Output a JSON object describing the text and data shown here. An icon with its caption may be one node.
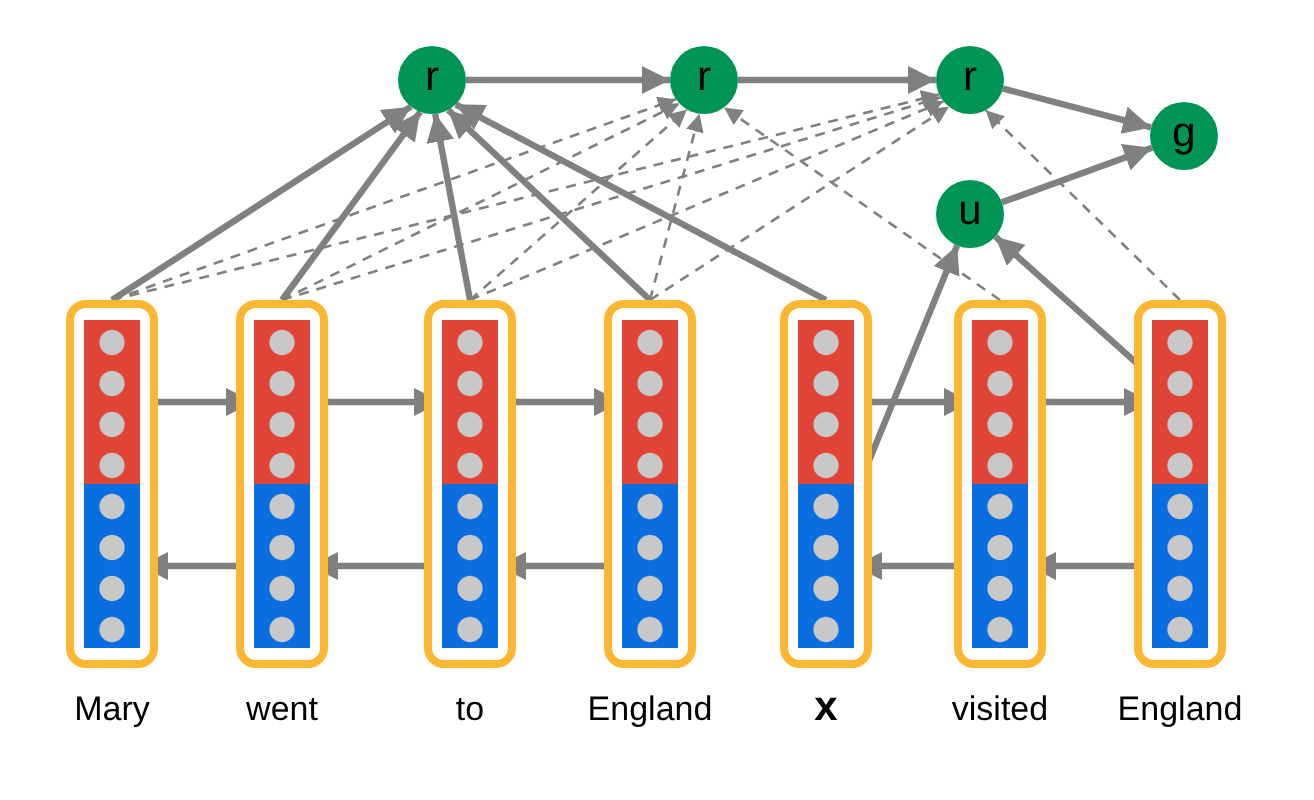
{
  "diagram": {
    "nodes": [
      {
        "text": [
          "r"
        ]
      },
      {
        "text": [
          "r"
        ]
      },
      {
        "text": [
          "r"
        ]
      },
      {
        "text": [
          "g"
        ]
      },
      {
        "text": [
          "u"
        ]
      },
      {
        "text": [
          "Mary"
        ]
      },
      {
        "text": [],
        "shape": "bar",
        "in": 5
      },
      {
        "text": [],
        "shape": "bar",
        "in": 5
      },
      {
        "text": [
          "went"
        ]
      },
      {
        "text": [],
        "shape": "bar",
        "in": 8
      },
      {
        "text": [],
        "shape": "bar",
        "in": 8
      },
      {
        "text": [
          "to"
        ]
      },
      {
        "text": [],
        "shape": "bar",
        "in": 11
      },
      {
        "text": [],
        "shape": "bar",
        "in": 11
      },
      {
        "text": [
          "England"
        ]
      },
      {
        "text": [],
        "shape": "bar",
        "in": 14
      },
      {
        "text": [],
        "shape": "bar",
        "in": 14
      },
      {
        "text": [
          "x"
        ]
      },
      {
        "text": [],
        "shape": "bar",
        "in": 17
      },
      {
        "text": [],
        "shape": "bar",
        "in": 17
      },
      {
        "text": [
          "visited"
        ]
      },
      {
        "text": [],
        "shape": "bar",
        "in": 20
      },
      {
        "text": [],
        "shape": "bar",
        "in": 20
      },
      {
        "text": [
          "England"
        ]
      },
      {
        "text": [],
        "shape": "bar",
        "in": 23
      },
      {
        "text": [],
        "shape": "bar",
        "in": 23
      }
    ],
    "edges": [
      {
        "from": 5,
        "to": 0,
        "arrow": "to"
      },
      {
        "from": 8,
        "to": 0,
        "arrow": "to"
      },
      {
        "from": 11,
        "to": 0,
        "arrow": "to"
      },
      {
        "from": 14,
        "to": 0,
        "arrow": "to"
      },
      {
        "from": 17,
        "to": 0,
        "arrow": "to"
      },
      {
        "from": 0,
        "to": 1,
        "arrow": "to"
      },
      {
        "from": 1,
        "to": 2,
        "arrow": "to"
      },
      {
        "from": 2,
        "to": 3,
        "arrow": "to"
      },
      {
        "from": 4,
        "to": 3,
        "arrow": "to"
      },
      {
        "from": 19,
        "to": 4,
        "arrow": "to"
      },
      {
        "from": 24,
        "to": 4,
        "arrow": "to"
      },
      {
        "from": 5,
        "to": 1,
        "arrow": "to",
        "style": "dashed"
      },
      {
        "from": 8,
        "to": 1,
        "arrow": "to",
        "style": "dashed"
      },
      {
        "from": 11,
        "to": 1,
        "arrow": "to",
        "style": "dashed"
      },
      {
        "from": 14,
        "to": 1,
        "arrow": "to",
        "style": "dashed"
      },
      {
        "from": 20,
        "to": 1,
        "arrow": "to",
        "style": "dashed"
      },
      {
        "from": 5,
        "to": 2,
        "arrow": "to",
        "style": "dashed"
      },
      {
        "from": 8,
        "to": 2,
        "arrow": "to",
        "style": "dashed"
      },
      {
        "from": 11,
        "to": 2,
        "arrow": "to",
        "style": "dashed"
      },
      {
        "from": 14,
        "to": 2,
        "arrow": "to",
        "style": "dashed"
      },
      {
        "from": 23,
        "to": 2,
        "arrow": "to",
        "style": "dashed"
      },
      {
        "from": 6,
        "to": 9,
        "arrow": "to"
      },
      {
        "from": 9,
        "to": 12,
        "arrow": "to"
      },
      {
        "from": 12,
        "to": 15,
        "arrow": "to"
      },
      {
        "from": 18,
        "to": 21,
        "arrow": "to"
      },
      {
        "from": 21,
        "to": 24,
        "arrow": "to"
      },
      {
        "from": 16,
        "to": 13,
        "arrow": "to"
      },
      {
        "from": 13,
        "to": 10,
        "arrow": "to"
      },
      {
        "from": 10,
        "to": 7,
        "arrow": "to"
      },
      {
        "from": 25,
        "to": 22,
        "arrow": "to"
      },
      {
        "from": 22,
        "to": 19,
        "arrow": "to"
      }
    ]
  }
}
